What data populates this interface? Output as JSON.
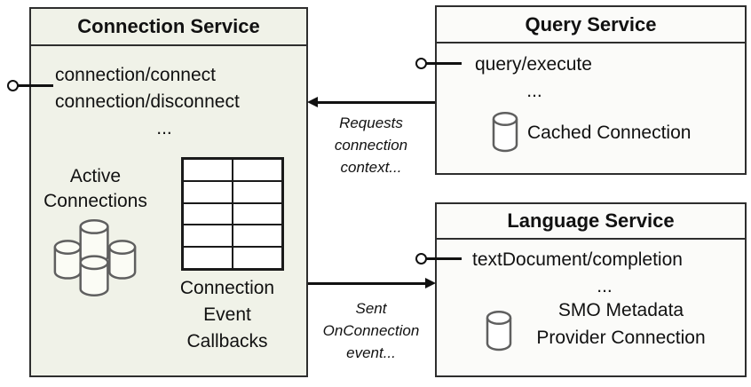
{
  "connection_service": {
    "title": "Connection Service",
    "fill": "#f0f2e8",
    "methods": [
      "connection/connect",
      "connection/disconnect"
    ],
    "methods_ellipsis": "...",
    "active_connections_label": [
      "Active",
      "Connections"
    ],
    "callbacks_label": [
      "Connection",
      "Event",
      "Callbacks"
    ]
  },
  "query_service": {
    "title": "Query Service",
    "fill": "#fbfbf9",
    "methods": [
      "query/execute"
    ],
    "methods_ellipsis": "...",
    "resource_label": "Cached Connection"
  },
  "language_service": {
    "title": "Language Service",
    "fill": "#fbfbf9",
    "methods": [
      "textDocument/completion"
    ],
    "methods_ellipsis": "...",
    "resource_label": [
      "SMO Metadata",
      "Provider Connection"
    ]
  },
  "arrows": {
    "requests_connection": [
      "Requests",
      "connection",
      "context..."
    ],
    "sent_onconnection": [
      "Sent",
      "OnConnection",
      "event..."
    ]
  },
  "colors": {
    "box_border": "#2e2e2e",
    "text": "#111111",
    "icon_stroke": "#5f5f5f",
    "arrow": "#111111"
  }
}
